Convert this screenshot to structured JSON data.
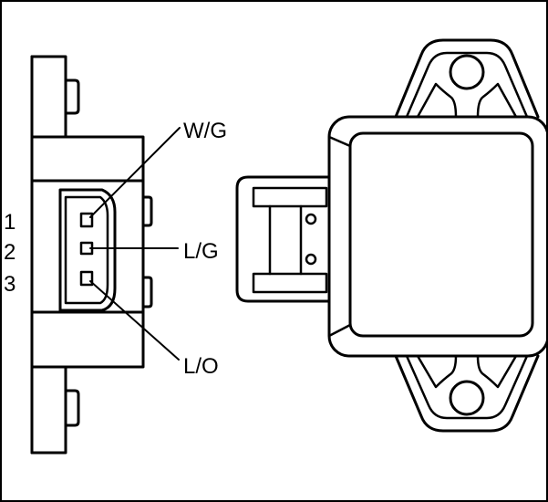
{
  "pin_numbers": [
    "1",
    "2",
    "3"
  ],
  "wires": [
    {
      "pin": "1",
      "color_code": "W/G"
    },
    {
      "pin": "2",
      "color_code": "L/G"
    },
    {
      "pin": "3",
      "color_code": "L/O"
    }
  ],
  "colors": {
    "line": "#000000",
    "background": "#ffffff"
  }
}
